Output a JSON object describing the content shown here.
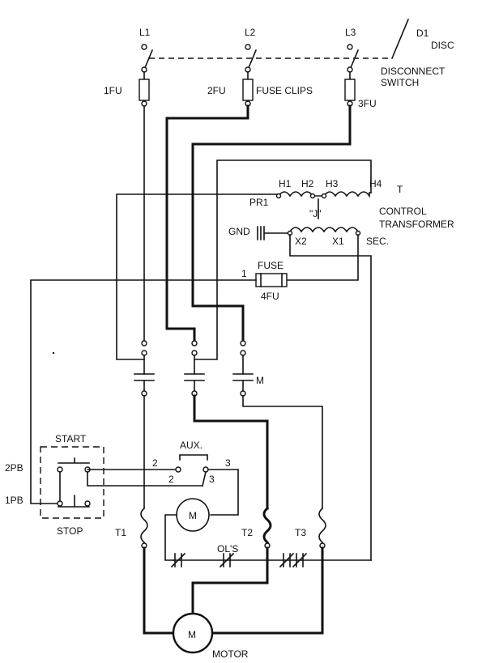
{
  "labels": {
    "l1": "L1",
    "l2": "L2",
    "l3": "L3",
    "d1": "D1",
    "disc": "DISC",
    "disconnect_1": "DISCONNECT",
    "disconnect_2": "SWITCH",
    "fu1": "1FU",
    "fu2": "2FU",
    "fu3": "3FU",
    "fuse_clips": "FUSE CLIPS",
    "h1": "H1",
    "h2": "H2",
    "h3": "H3",
    "h4": "H4",
    "t": "T",
    "pr1": "PR1",
    "control_1": "CONTROL",
    "control_2": "TRANSFORMER",
    "j": "\"J\"",
    "gnd": "GND",
    "x2": "X2",
    "x1": "X1",
    "sec": "SEC.",
    "fuse": "FUSE",
    "fu4": "4FU",
    "one": "1",
    "m_contact": "M",
    "start": "START",
    "stop": "STOP",
    "pb2": "2PB",
    "pb1": "1PB",
    "aux": "AUX.",
    "n2a": "2",
    "n3a": "3",
    "n2b": "2",
    "n3b": "3",
    "coil_m": "M",
    "t1": "T1",
    "t2": "T2",
    "t3": "T3",
    "ols": "OL'S",
    "motor_m": "M",
    "motor": "MOTOR"
  }
}
